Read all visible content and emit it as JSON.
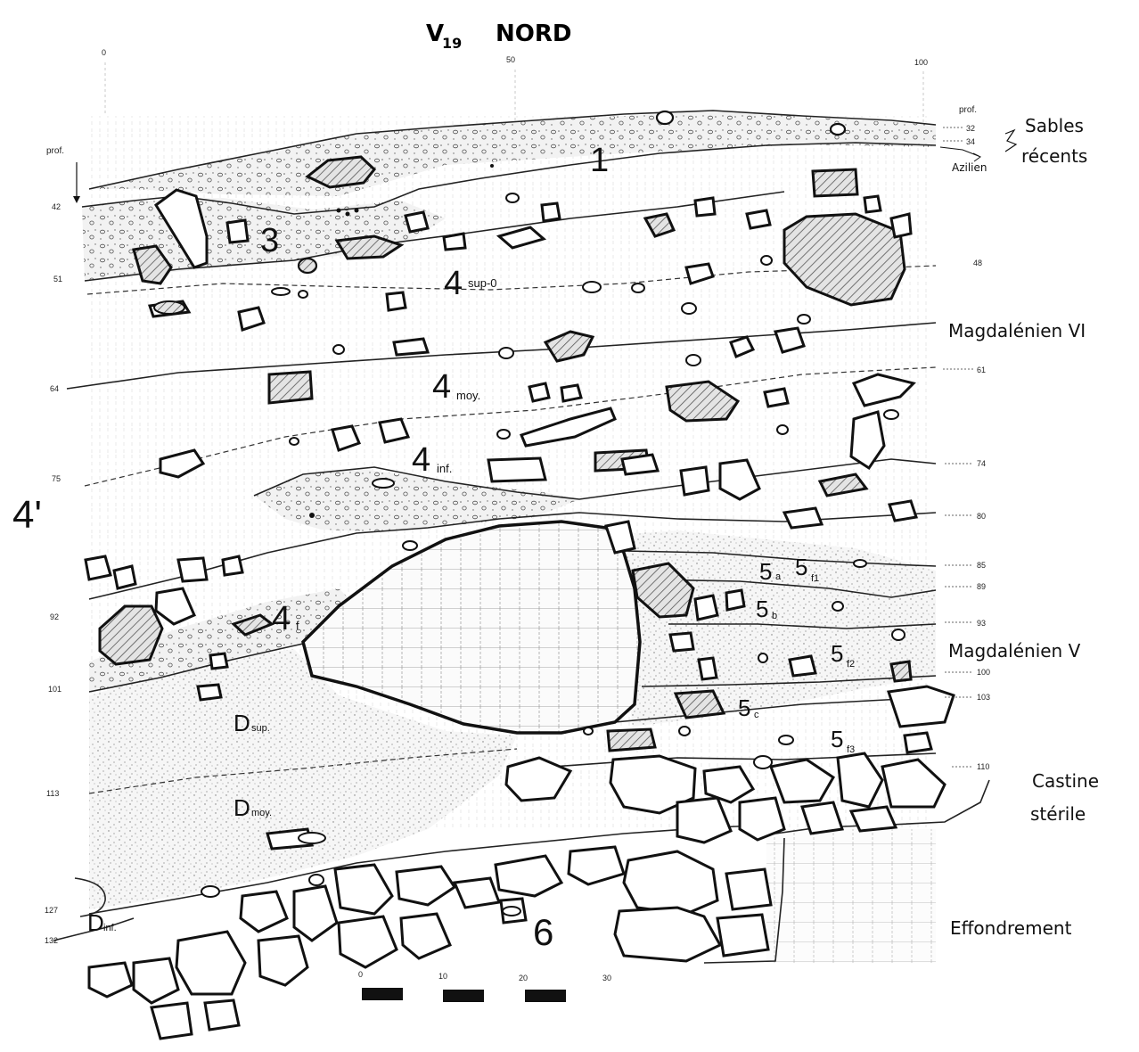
{
  "title": {
    "main": "V",
    "sub": "19",
    "suffix": "NORD"
  },
  "scale_top": [
    "0",
    "50",
    "100"
  ],
  "scale_bottom": [
    "0",
    "10",
    "20",
    "30"
  ],
  "prof_label_left": "prof.",
  "prof_label_right": "prof.",
  "depths_left": [
    "42",
    "51",
    "64",
    "75",
    "92",
    "101",
    "113",
    "127",
    "132"
  ],
  "depths_right": [
    "32",
    "34",
    "48",
    "61",
    "74",
    "80",
    "85",
    "89",
    "93",
    "100",
    "103",
    "110"
  ],
  "layers": {
    "l1": "1",
    "l3": "3",
    "l4sup": {
      "main": "4",
      "sub": "sup-0"
    },
    "l4moy": {
      "main": "4",
      "sub": "moy."
    },
    "l4inf": {
      "main": "4",
      "sub": "inf."
    },
    "l4prime": "4'",
    "l4f": {
      "main": "4",
      "sub": "f"
    },
    "l5a": {
      "main": "5",
      "sub": "a"
    },
    "l5f1": {
      "main": "5",
      "sub": "f1"
    },
    "l5b": {
      "main": "5",
      "sub": "b"
    },
    "l5f2": {
      "main": "5",
      "sub": "f2"
    },
    "l5c": {
      "main": "5",
      "sub": "c"
    },
    "l5f3": {
      "main": "5",
      "sub": "f3"
    },
    "l6": "6",
    "dsup": {
      "main": "D",
      "sub": "sup."
    },
    "dmoy": {
      "main": "D",
      "sub": "moy."
    },
    "dinf": {
      "main": "D",
      "sub": "inf."
    }
  },
  "cultures": {
    "sables_1": "Sables",
    "sables_2": "récents",
    "azilien": "Azilien",
    "mag6": "Magdalénien VI",
    "mag5": "Magdalénien V",
    "castine_1": "Castine",
    "castine_2": "stérile",
    "effondrement": "Effondrement"
  }
}
